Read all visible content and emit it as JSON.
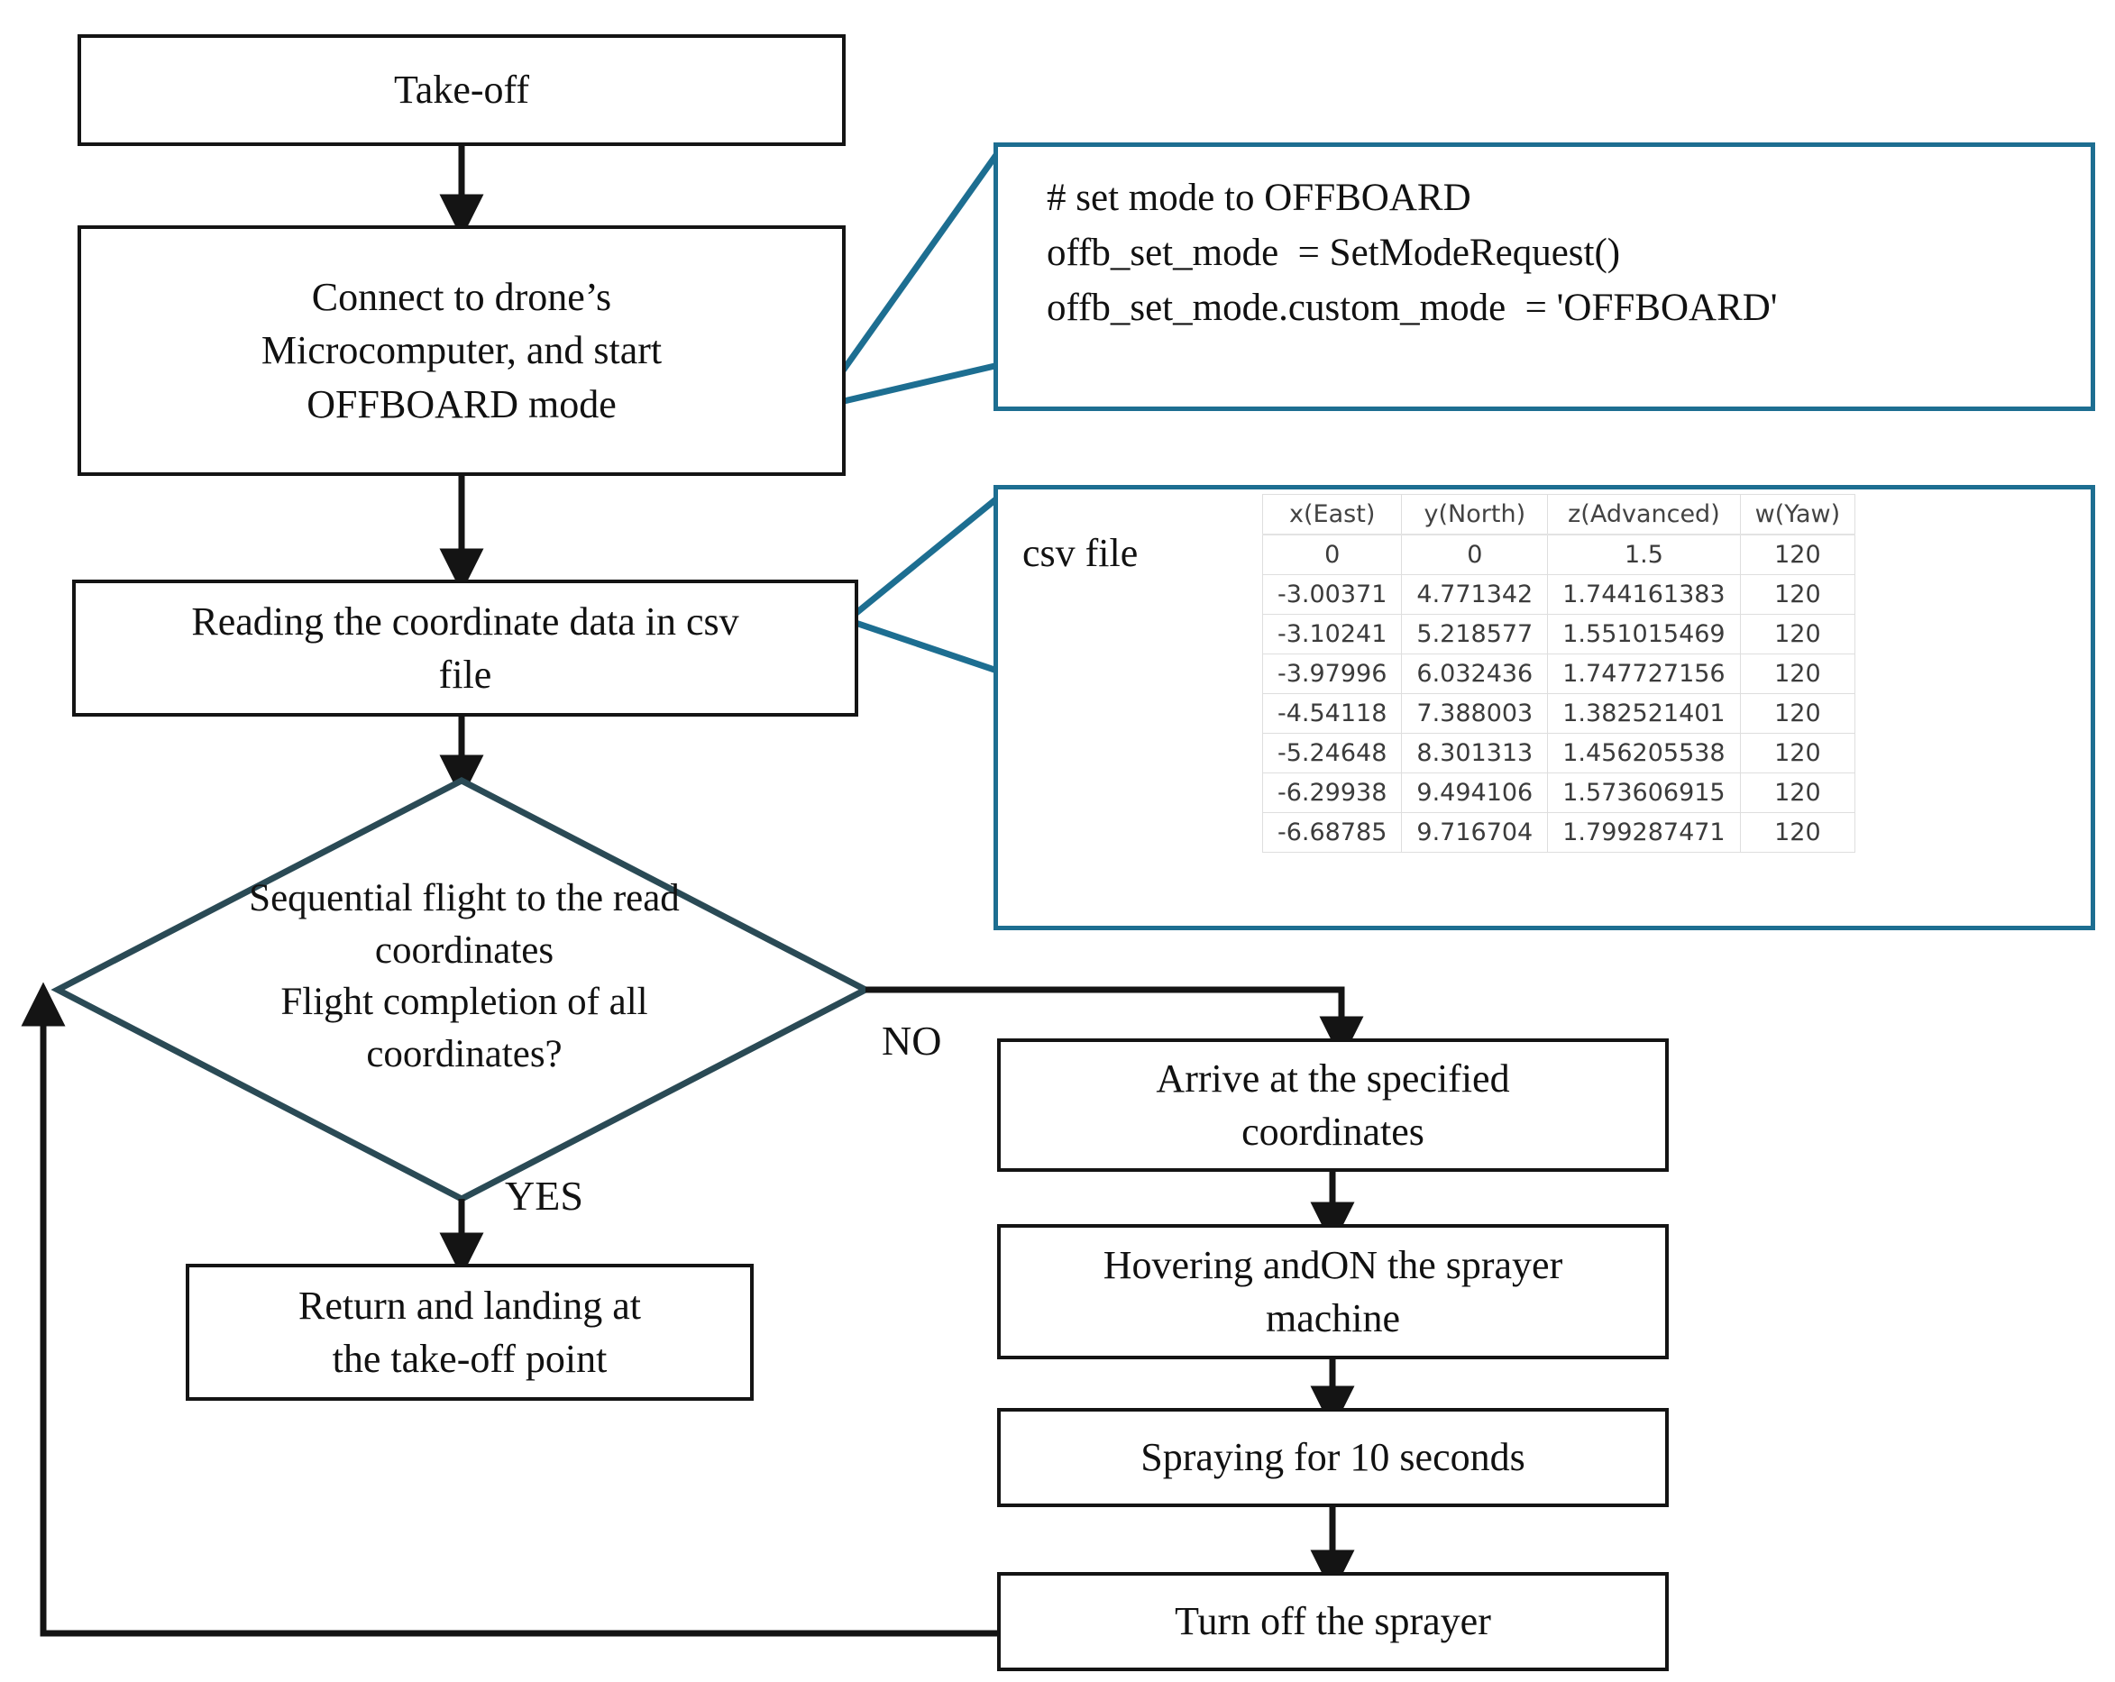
{
  "diagram": {
    "title": "Drone spraying flight control flowchart",
    "accent_color": "#1d6e91",
    "line_color": "#141414",
    "shape_color": "#2a4a55"
  },
  "nodes": {
    "takeoff": {
      "label": "Take-off"
    },
    "connect": {
      "label": "Connect to drone’s\nMicrocomputer,  and start\nOFFBOARD mode"
    },
    "reading": {
      "label": "Reading  the  coordinate  data in  csv\nfile"
    },
    "decision": {
      "label": "Sequential  flight  to the  read\ncoordinates\nFlight   completion   of all\ncoordinates?"
    },
    "return_land": {
      "label": "Return  and landing  at\nthe take-off point"
    },
    "arrive": {
      "label": "Arrive  at the  specified\ncoordinates"
    },
    "hover_on": {
      "label": "Hovering  andON the  sprayer\nmachine"
    },
    "spray": {
      "label": "Spraying  for 10  seconds"
    },
    "sprayer_off": {
      "label": "Turn  off  the  sprayer"
    }
  },
  "edge_labels": {
    "yes": "YES",
    "no": "NO"
  },
  "callouts": {
    "code": {
      "lines": [
        "# set mode to OFFBOARD",
        "offb_set_mode  = SetModeRequest()",
        "offb_set_mode.custom_mode  = 'OFFBOARD'"
      ]
    },
    "csv": {
      "caption": "csv file",
      "columns": [
        "x(East)",
        "y(North)",
        "z(Advanced)",
        "w(Yaw)"
      ],
      "rows": [
        [
          "0",
          "0",
          "1.5",
          "120"
        ],
        [
          "-3.00371",
          "4.771342",
          "1.744161383",
          "120"
        ],
        [
          "-3.10241",
          "5.218577",
          "1.551015469",
          "120"
        ],
        [
          "-3.97996",
          "6.032436",
          "1.747727156",
          "120"
        ],
        [
          "-4.54118",
          "7.388003",
          "1.382521401",
          "120"
        ],
        [
          "-5.24648",
          "8.301313",
          "1.456205538",
          "120"
        ],
        [
          "-6.29938",
          "9.494106",
          "1.573606915",
          "120"
        ],
        [
          "-6.68785",
          "9.716704",
          "1.799287471",
          "120"
        ]
      ]
    }
  }
}
